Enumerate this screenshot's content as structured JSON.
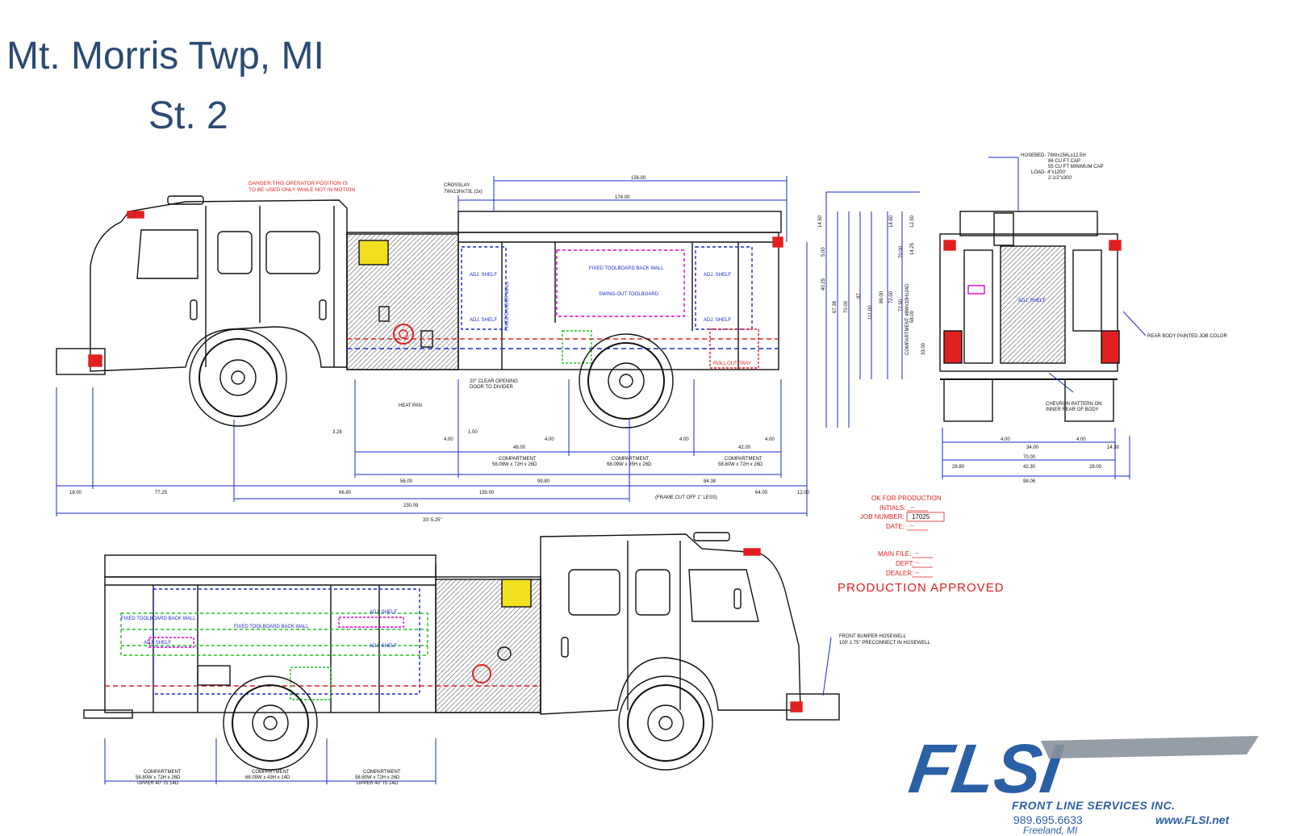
{
  "header": {
    "title_line1": "Mt. Morris Twp, MI",
    "title_line2": "St. 2"
  },
  "drawing": {
    "danger_note": [
      "DANGER:THIS OPERATOR POSITION IS",
      "TO BE USED ONLY WHILE NOT IN MOTION"
    ],
    "crosslay": [
      "CROSSLAY-",
      "7Wx13Hx73L (2x)"
    ],
    "hosebed": [
      "HOSEBED- 78Wx156Lx12.5H",
      "86 CU FT CAP",
      "55 CU FT MINIMUM CAP",
      "LOAD- 4\"x1200'",
      "2-1/2\"x300'"
    ],
    "labels": {
      "fixed_toolboard": "FIXED TOOLBOARD BACK WALL",
      "swing_out_toolboard": "SWING-OUT TOOLBOARD",
      "adj_shelf": "ADJ. SHELF",
      "fixed_divider_wall": "FIXED DIVIDER WALL",
      "heat_pan": "HEAT PAN",
      "clear_opening": [
        "20\" CLEAR OPENING",
        "DOOR TO DIVIDER"
      ],
      "roll_out_tray": "ROLL OUT TRAY",
      "rear_body_painted": "REAR BODY PAINTED JOB COLOR",
      "chevron_pattern": [
        "CHEVRON PATTERN ON",
        "INNER REAR OF BODY"
      ],
      "front_bumper": [
        "FRONT BUMPER HOSEWELL",
        "100' 1.75\" PRECONNECT IN HOSEWELL"
      ],
      "frame_cut": "(FRAME CUT OFF 1\" LESS)",
      "fixed_toolboard_short": "FIXED TOOLBOARD BACK WALL"
    },
    "dimensions": {
      "top_overall": "156.00",
      "top_body": "174.00",
      "bottom_row1": [
        "3.28",
        "4.00",
        "1.00",
        "48.00",
        "4.00",
        "4.00",
        "42.00",
        "4.00"
      ],
      "compartments_top": [
        [
          "COMPARTMENT",
          "56.09W x 72H x 26D"
        ],
        [
          "COMPARTMENT",
          "68.09W x 35H x 26D"
        ],
        [
          "COMPARTMENT",
          "58.80W x 72H x 26D"
        ]
      ],
      "row_56": "56.00",
      "row_99": "99.80",
      "row_84": "84.38",
      "row_18": "18.00",
      "row_77": "77.25",
      "row_66": "66.80",
      "row_150": "150.00",
      "row_64": "64.00",
      "row_12": "12.00",
      "row_230": "230.09",
      "overall": "33'-5.25\"",
      "right_vertical": [
        "14.50",
        "5.00",
        "40.25",
        "67.38",
        "70.00",
        "97",
        "111.00",
        "86.00",
        "72.00",
        "14.60",
        "70.00",
        "72.50",
        "58.00",
        "12.50",
        "14.25",
        "33.00",
        "COMPARTMENT 48Wx33Hx24D"
      ],
      "rear_bottom": [
        "4.00",
        "34.00",
        "4.00",
        "14.30",
        "70.00",
        "28.80",
        "42.30",
        "28.00",
        "98.06"
      ],
      "compartments_bottom": [
        [
          "COMPARTMENT",
          "58.80W x 72H x 26D",
          "UPPER 40\" IS 14D"
        ],
        [
          "COMPARTMENT",
          "68.09W x 43H x 14D"
        ],
        [
          "COMPARTMENT",
          "58.60W x 72H x 26D",
          "UPPER 40\" IS 14D"
        ]
      ]
    }
  },
  "approval": {
    "ok_for_production": "OK FOR PRODUCTION",
    "initials_label": "INTIALS:",
    "initials_value": "--",
    "job_label": "JOB NUMBER:",
    "job_value": "17025",
    "date_label": "DATE:",
    "date_value": "--",
    "main_file_label": "MAIN FILE:",
    "main_file_value": "--",
    "dept_label": "DEPT:",
    "dept_value": "--",
    "dealer_label": "DEALER:",
    "dealer_value": "--",
    "production_approved": "PRODUCTION APPROVED"
  },
  "logo": {
    "brand": "FLSI",
    "company": "FRONT LINE SERVICES INC.",
    "phone": "989.695.6633",
    "website": "www.FLSI.net",
    "city": "Freeland, MI"
  },
  "colors": {
    "title": "#2b4a75",
    "line": "#111111",
    "dim_blue": "#1a2ad0",
    "magenta": "#e000d0",
    "red": "#e02020",
    "green": "#22c022",
    "yellow": "#f0e020",
    "logo_blue": "#2b5fa6",
    "logo_grey": "#8a929c"
  }
}
